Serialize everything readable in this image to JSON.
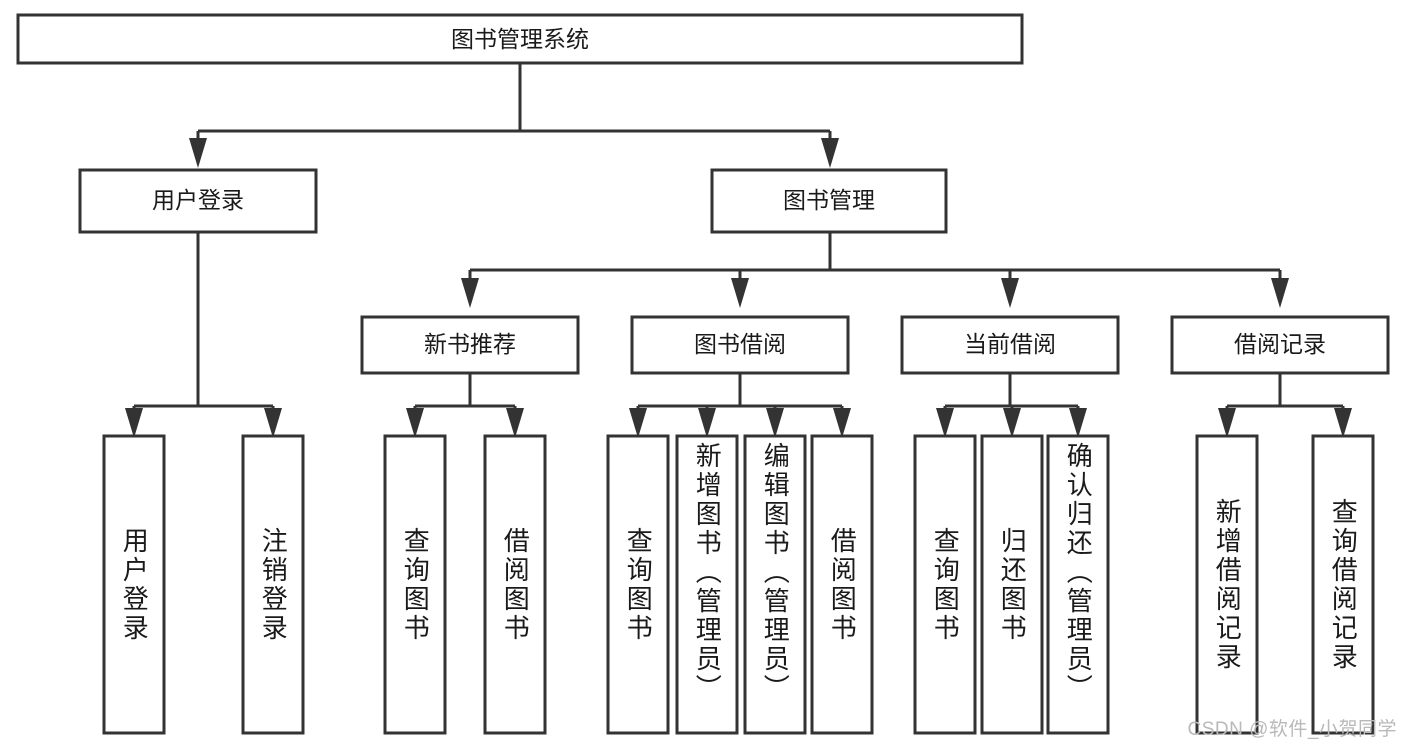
{
  "diagram": {
    "type": "tree-hierarchy",
    "title": "图书管理系统",
    "colors": {
      "stroke": "#333333",
      "box_fill": "#ffffff",
      "text": "#1a1a1a",
      "background": "#ffffff",
      "watermark": "#b9b9b9"
    },
    "root": {
      "label": "图书管理系统"
    },
    "level2": [
      {
        "label": "用户登录"
      },
      {
        "label": "图书管理"
      }
    ],
    "level3": [
      {
        "label": "新书推荐"
      },
      {
        "label": "图书借阅"
      },
      {
        "label": "当前借阅"
      },
      {
        "label": "借阅记录"
      }
    ],
    "leaves": {
      "user_login": [
        {
          "label": "用户登录"
        },
        {
          "label": "注销登录"
        }
      ],
      "new_book_recommend": [
        {
          "label": "查询图书"
        },
        {
          "label": "借阅图书"
        }
      ],
      "book_borrow": [
        {
          "label": "查询图书"
        },
        {
          "label": "新增图书（管理员）"
        },
        {
          "label": "编辑图书（管理员）"
        },
        {
          "label": "借阅图书"
        }
      ],
      "current_borrow": [
        {
          "label": "查询图书"
        },
        {
          "label": "归还图书"
        },
        {
          "label": "确认归还（管理员）"
        }
      ],
      "borrow_record": [
        {
          "label": "新增借阅记录"
        },
        {
          "label": "查询借阅记录"
        }
      ]
    }
  },
  "watermark": {
    "text": "CSDN @软件_小贺同学"
  }
}
